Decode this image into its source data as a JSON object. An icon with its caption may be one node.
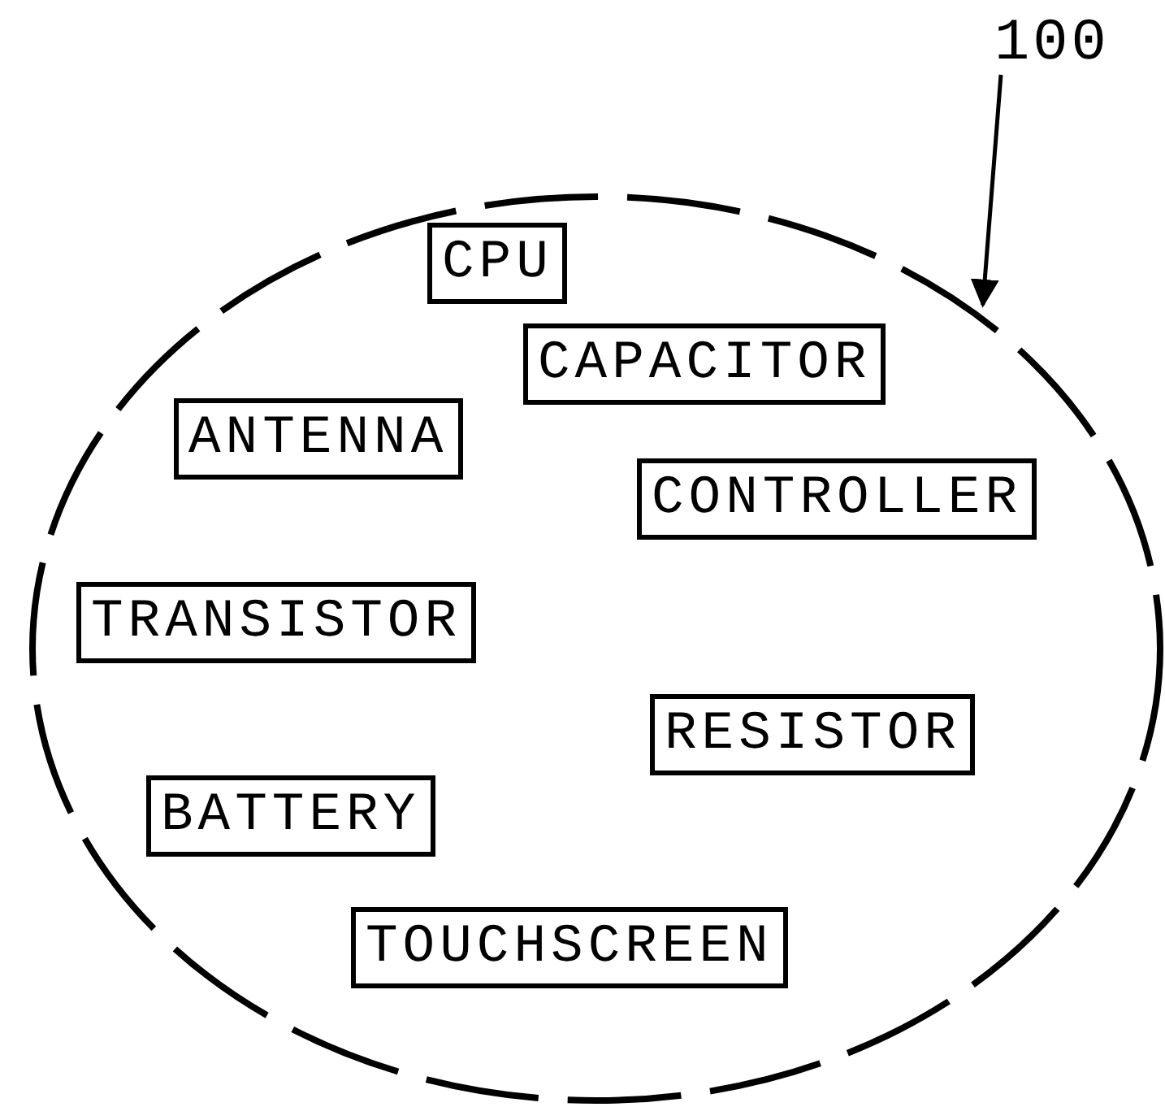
{
  "diagram": {
    "nodes": [
      {
        "text": [
          "100"
        ]
      },
      {
        "text": [],
        "shape": "ellipse"
      },
      {
        "text": [
          "CPU"
        ],
        "in": 1
      },
      {
        "text": [
          "CAPACITOR"
        ],
        "in": 1
      },
      {
        "text": [
          "ANTENNA"
        ],
        "in": 1
      },
      {
        "text": [
          "CONTROLLER"
        ],
        "in": 1
      },
      {
        "text": [
          "TRANSISTOR"
        ],
        "in": 1
      },
      {
        "text": [
          "RESISTOR"
        ],
        "in": 1
      },
      {
        "text": [
          "BATTERY"
        ],
        "in": 1
      },
      {
        "text": [
          "TOUCHSCREEN"
        ],
        "in": 1
      }
    ],
    "edges": [
      {
        "from": 0,
        "to": 1,
        "arrow": "to"
      }
    ]
  }
}
